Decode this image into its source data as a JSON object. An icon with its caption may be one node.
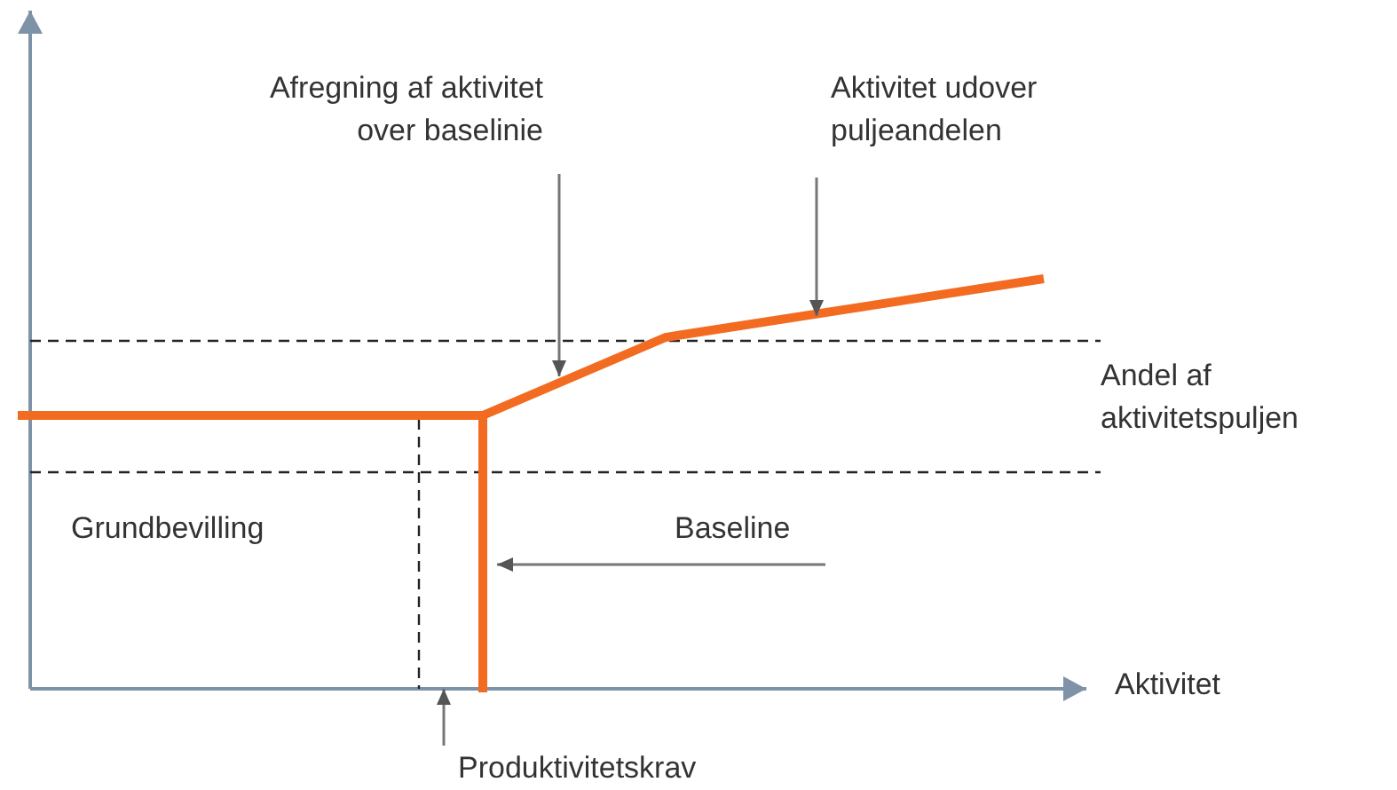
{
  "diagram": {
    "nodes": [
      {
        "text": [
          "Afregning af aktivitet over baselinie"
        ]
      },
      {
        "text": [
          "Aktivitet udover puljeandelen"
        ]
      },
      {
        "text": [
          "Baseline"
        ]
      },
      {
        "text": [
          "Produktivitetskrav"
        ]
      },
      {
        "text": [],
        "shape": "line"
      }
    ],
    "edges": [
      {
        "from": 0,
        "to": null,
        "arrow": "to"
      },
      {
        "from": 1,
        "to": null,
        "arrow": "to"
      },
      {
        "from": 2,
        "to": null,
        "arrow": "to"
      },
      {
        "from": 3,
        "to": 4,
        "arrow": "to"
      }
    ],
    "labels": [
      "Andel af aktivitetspuljen",
      "Grundbevilling",
      "Aktivitet"
    ]
  }
}
